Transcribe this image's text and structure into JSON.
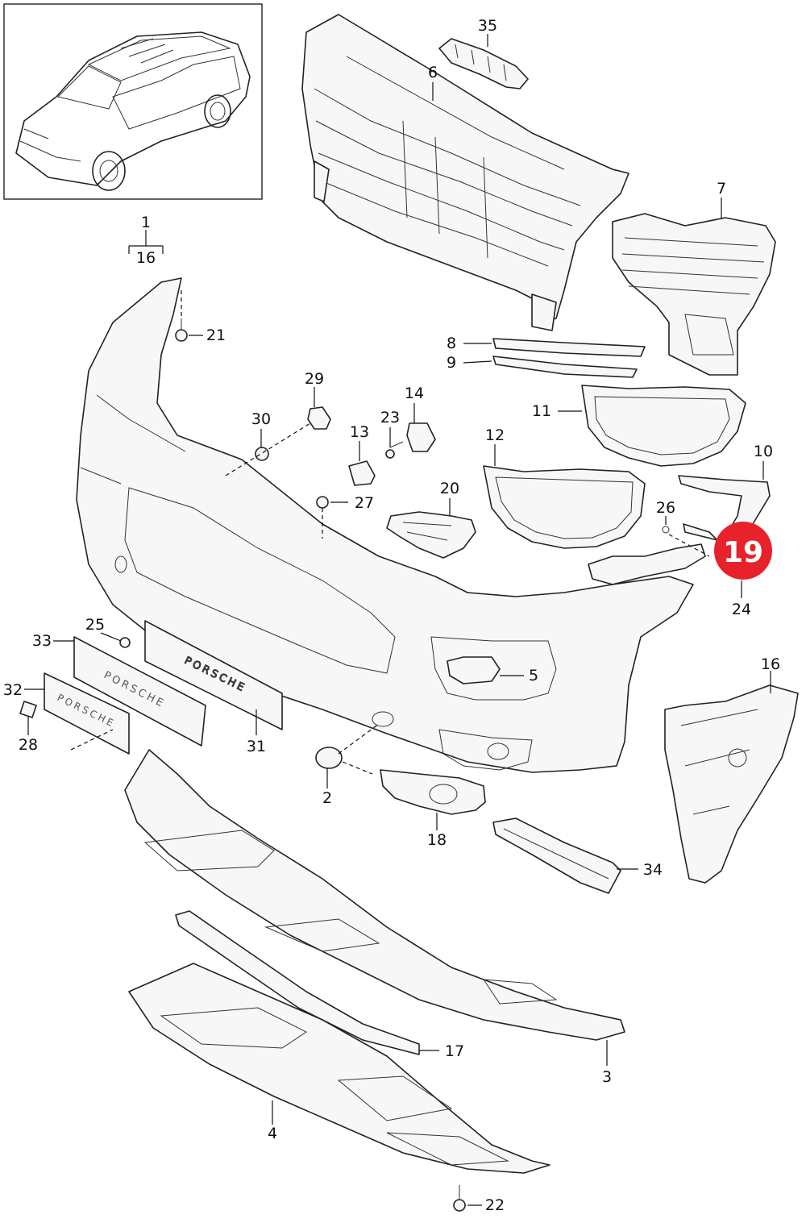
{
  "diagram": {
    "part_labels": [
      "1",
      "2",
      "3",
      "4",
      "5",
      "6",
      "7",
      "8",
      "9",
      "10",
      "11",
      "12",
      "13",
      "14",
      "16",
      "16",
      "17",
      "18",
      "20",
      "21",
      "22",
      "23",
      "24",
      "25",
      "26",
      "27",
      "28",
      "29",
      "30",
      "31",
      "32",
      "33",
      "34",
      "35"
    ],
    "highlight": {
      "label": "19",
      "color": "#e8222a"
    },
    "emblem_text": "PORSCHE",
    "colors": {
      "line": "#222222",
      "background": "#ffffff",
      "part_fill": "#f7f7f7"
    }
  }
}
